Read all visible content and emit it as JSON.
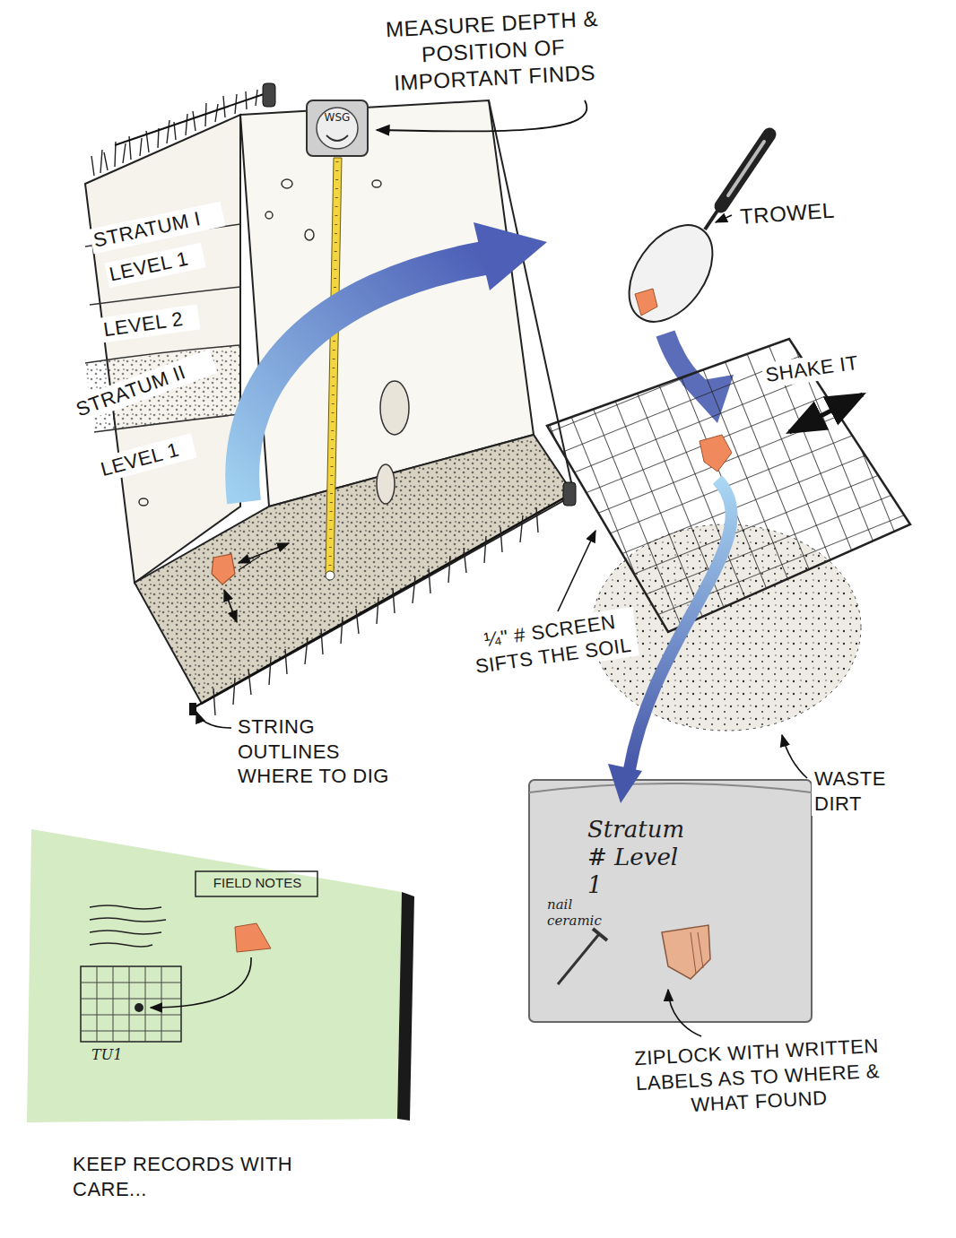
{
  "diagram": {
    "nodes": [
      {
        "text": [
          "WSG"
        ]
      },
      {
        "text": [
          "Stratum # Level 1",
          "nail ceramic"
        ]
      },
      {
        "text": [
          "FIELD NOTES",
          "TU1"
        ]
      }
    ],
    "labels": [
      "MEASURE DEPTH & POSITION OF IMPORTANT FINDS",
      "TROWEL",
      "STRATUM I",
      "LEVEL 1",
      "LEVEL 2",
      "SHAKE IT",
      "STRATUM II",
      "LEVEL 1",
      "¼\" # SCREEN SIFTS THE SOIL",
      "STRING OUTLINES WHERE TO DIG",
      "WASTE DIRT",
      "ZIPLOCK WITH WRITTEN LABELS AS TO WHERE & WHAT FOUND",
      "KEEP RECORDS WITH CARE..."
    ]
  }
}
